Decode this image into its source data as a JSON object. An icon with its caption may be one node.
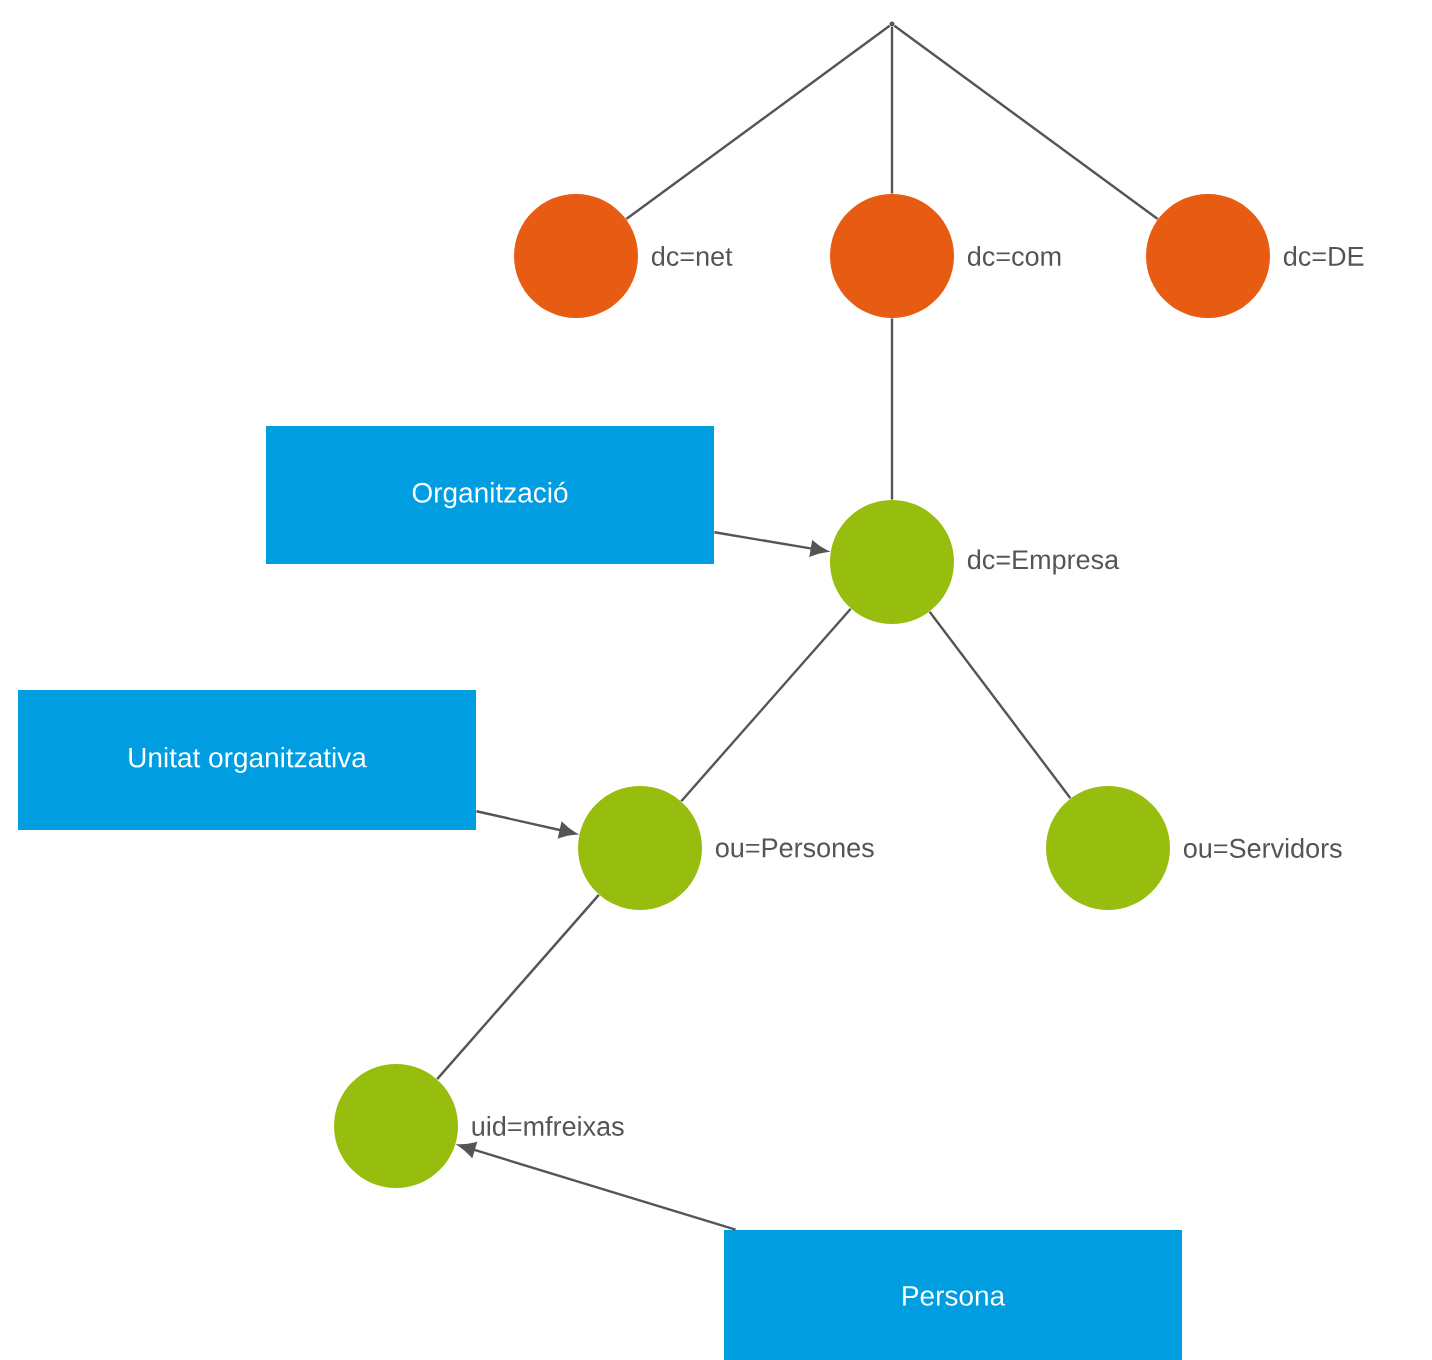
{
  "diagram": {
    "nodes": [
      {
        "text": [],
        "shape": "point"
      },
      {
        "text": [],
        "shape": "circle",
        "beside": [
          "dc=net"
        ]
      },
      {
        "text": [],
        "shape": "circle",
        "beside": [
          "dc=com"
        ]
      },
      {
        "text": [],
        "shape": "circle",
        "beside": [
          "dc=DE"
        ]
      },
      {
        "text": [
          "Organització"
        ]
      },
      {
        "text": [],
        "shape": "circle",
        "beside": [
          "dc=Empresa"
        ]
      },
      {
        "text": [
          "Unitat organitzativa"
        ]
      },
      {
        "text": [],
        "shape": "circle",
        "beside": [
          "ou=Persones"
        ]
      },
      {
        "text": [],
        "shape": "circle",
        "beside": [
          "ou=Servidors"
        ]
      },
      {
        "text": [],
        "shape": "circle",
        "beside": [
          "uid=mfreixas"
        ]
      },
      {
        "text": [
          "Persona"
        ]
      }
    ],
    "edges": [
      {
        "from": 0,
        "to": 1,
        "arrow": "none"
      },
      {
        "from": 0,
        "to": 2,
        "arrow": "none"
      },
      {
        "from": 0,
        "to": 3,
        "arrow": "none"
      },
      {
        "from": 2,
        "to": 5,
        "arrow": "none"
      },
      {
        "from": 4,
        "to": 5,
        "arrow": "to"
      },
      {
        "from": 5,
        "to": 7,
        "arrow": "none"
      },
      {
        "from": 5,
        "to": 8,
        "arrow": "none"
      },
      {
        "from": 6,
        "to": 7,
        "arrow": "to"
      },
      {
        "from": 7,
        "to": 9,
        "arrow": "none"
      },
      {
        "from": 10,
        "to": 9,
        "arrow": "to"
      }
    ]
  }
}
